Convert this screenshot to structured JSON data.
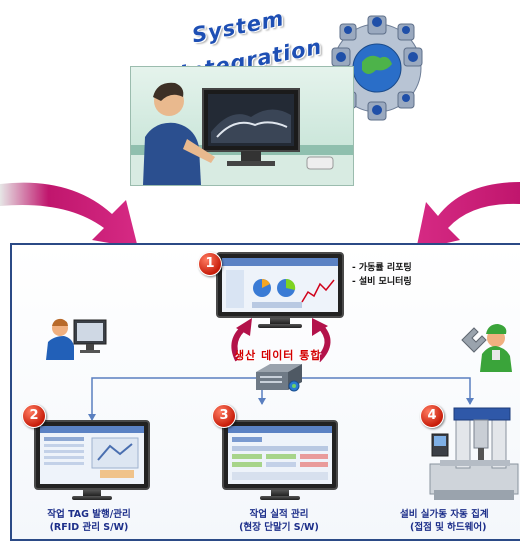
{
  "title": {
    "line1": "System",
    "line2": "Integration"
  },
  "central": {
    "number": "1",
    "notes": [
      "- 가동률 리포팅",
      "- 설비 모니터링"
    ],
    "integration_label": "생산 데이터 통합"
  },
  "nodes": [
    {
      "number": "2",
      "caption_line1": "작업 TAG 발행/관리",
      "caption_line2": "(RFID 관리 S/W)"
    },
    {
      "number": "3",
      "caption_line1": "작업 실적 관리",
      "caption_line2": "(현장 단말기 S/W)"
    },
    {
      "number": "4",
      "caption_line1": "설비 실가동 자동 집계",
      "caption_line2": "(접점 및 하드웨어)"
    }
  ],
  "colors": {
    "title_blue": "#1e4fb4",
    "arrow_magenta": "#c0166d",
    "panel_border": "#2b4a86",
    "caption_blue": "#1d2f8a",
    "badge_red": "#c81e0b",
    "integration_red": "#d40000"
  },
  "icons": [
    "puzzle-globe-icon",
    "user-at-computer-icon",
    "worker-wrench-icon",
    "server-hub-icon",
    "cnc-machine-icon"
  ]
}
